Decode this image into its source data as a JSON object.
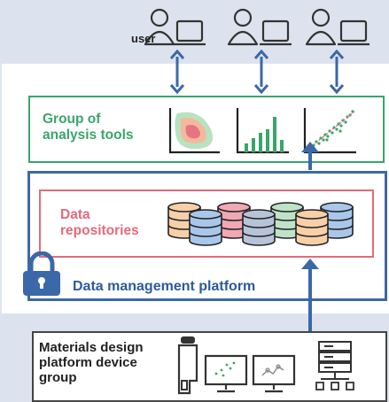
{
  "users": {
    "label": "user",
    "count": 3
  },
  "tools": {
    "label_line1": "Group of",
    "label_line2": "analysis tools",
    "icons": [
      "contour-plot-icon",
      "bar-chart-icon",
      "scatter-plot-icon"
    ]
  },
  "repositories": {
    "label_line1": "Data",
    "label_line2": "repositories",
    "icon": "database-stack-icon"
  },
  "platform": {
    "label": "Data management platform",
    "icon": "lock-icon"
  },
  "devices": {
    "label_line1": "Materials design",
    "label_line2": "platform device",
    "label_line3": "group",
    "icons": [
      "microscope-icon",
      "monitor-icon",
      "monitor-icon",
      "server-icon"
    ]
  },
  "colors": {
    "tools": "#3aa56b",
    "repositories": "#e56a7b",
    "platform": "#3b68a8",
    "arrows": "#3b68a8",
    "background": "#dde3ee"
  }
}
